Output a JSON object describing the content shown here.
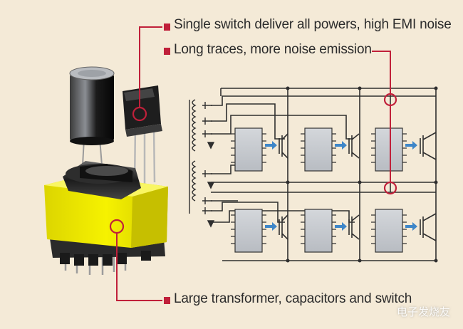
{
  "annotations": {
    "top_1": "Single switch deliver all powers, high EMI noise",
    "top_2": "Long traces, more noise emission",
    "bottom": "Large transformer, capacitors and switch"
  },
  "watermark": "电子发烧友",
  "colors": {
    "callout_red": "#c0203a",
    "background": "#f4ead7",
    "chip_fill": "#c9ccd1",
    "arrow_blue": "#3e86c8",
    "transformer_yellow": "#f0ec00"
  }
}
